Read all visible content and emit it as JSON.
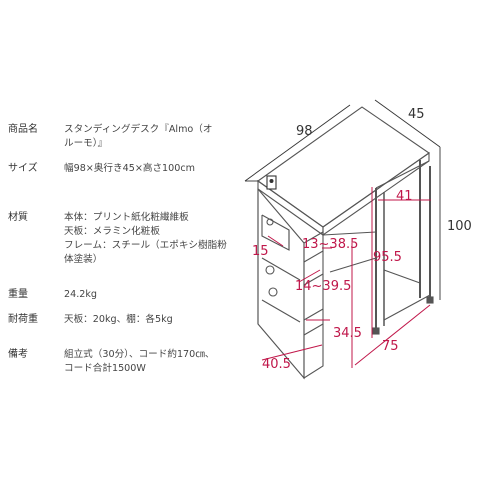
{
  "specs": {
    "product_name": {
      "label": "商品名",
      "lines": [
        "スタンディングデスク『Almo（オ",
        "ルーモ）』"
      ]
    },
    "size": {
      "label": "サイズ",
      "lines": [
        "幅98×奥行き45×高さ100cm"
      ]
    },
    "material": {
      "label": "材質",
      "lines": [
        "本体：プリント紙化粧繊維板",
        "天板：メラミン化粧板",
        "フレーム：スチール（エポキシ樹脂粉",
        "体塗装）"
      ]
    },
    "weight": {
      "label": "重量",
      "lines": [
        "24.2kg"
      ]
    },
    "load": {
      "label": "耐荷重",
      "lines": [
        "天板：20kg、棚：各5kg"
      ]
    },
    "notes": {
      "label": "備考",
      "lines": [
        "組立式（30分）、コード約170㎝、",
        "コード合計1500W"
      ]
    }
  },
  "dimensions": {
    "width": "98",
    "depth": "45",
    "height": "100",
    "shelf_top": "13~38.5",
    "shelf_mid": "14~39.5",
    "shelf_bottom": "34.5",
    "side_height": "15",
    "side_depth": "40.5",
    "frame_depth": "41",
    "under_height": "95.5",
    "base_width": "75"
  },
  "colors": {
    "accent": "#c0174a",
    "line": "#555555"
  }
}
